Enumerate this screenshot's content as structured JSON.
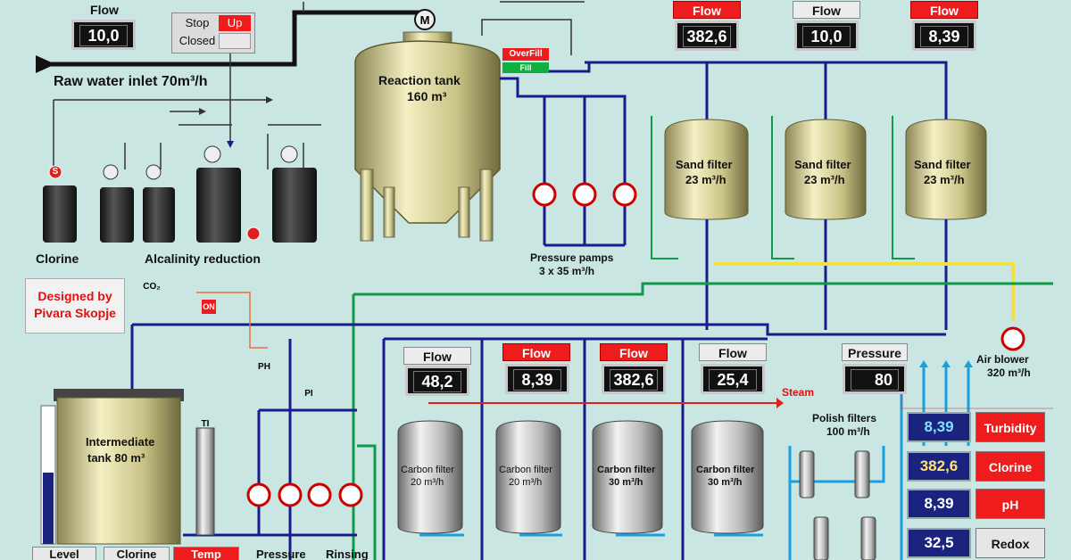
{
  "top_left": {
    "flow_title": "Flow",
    "flow_value": "10,0",
    "stop_label": "Stop",
    "up_label": "Up",
    "closed_label": "Closed",
    "inlet_label": "Raw water inlet 70m³/h",
    "motor_symbol": "M"
  },
  "reaction_tank": {
    "label": "Reaction tank",
    "capacity": "160 m³",
    "overfill_label": "OverFill",
    "fill_label": "Fill"
  },
  "dosing": {
    "clorine_label": "Clorine",
    "alcalinity_label": "Alcalinity reduction"
  },
  "pressure_pumps": {
    "label": "Pressure pamps",
    "spec": "3 x 35 m³/h"
  },
  "sand_flows": [
    {
      "title": "Flow",
      "value": "382,6",
      "alarm": true
    },
    {
      "title": "Flow",
      "value": "10,0",
      "alarm": false
    },
    {
      "title": "Flow",
      "value": "8,39",
      "alarm": true
    }
  ],
  "sand_filters": [
    {
      "label": "Sand filter",
      "spec": "23 m³/h"
    },
    {
      "label": "Sand filter",
      "spec": "23 m³/h"
    },
    {
      "label": "Sand filter",
      "spec": "23 m³/h"
    }
  ],
  "credit": {
    "line1": "Designed by",
    "line2": "Pivara Skopje"
  },
  "co2": {
    "label": "CO₂",
    "on_label": "ON"
  },
  "air_blower": {
    "label": "Air blower",
    "spec": "320 m³/h"
  },
  "carbon_flows": [
    {
      "title": "Flow",
      "value": "48,2",
      "alarm": false
    },
    {
      "title": "Flow",
      "value": "8,39",
      "alarm": true
    },
    {
      "title": "Flow",
      "value": "382,6",
      "alarm": true
    },
    {
      "title": "Flow",
      "value": "25,4",
      "alarm": false
    }
  ],
  "carbon_filters": [
    {
      "label": "Carbon filter",
      "spec": "20 m³/h"
    },
    {
      "label": "Carbon filter",
      "spec": "20 m³/h"
    },
    {
      "label": "Carbon filter",
      "spec": "30 m³/h"
    },
    {
      "label": "Carbon filter",
      "spec": "30 m³/h"
    }
  ],
  "pressure": {
    "title": "Pressure",
    "value": "80"
  },
  "steam_label": "Steam",
  "intermediate_tank": {
    "label": "Intermediate",
    "label2": "tank  80 m³"
  },
  "polish_filters": {
    "label": "Polish filters",
    "spec": "100 m³/h"
  },
  "quality_panel": [
    {
      "value": "8,39",
      "label": "Turbidity",
      "value_color": "cy",
      "alarm": true
    },
    {
      "value": "382,6",
      "label": "Clorine",
      "value_color": "yl",
      "alarm": true
    },
    {
      "value": "8,39",
      "label": "pH",
      "value_color": "wh",
      "alarm": true
    },
    {
      "value": "32,5",
      "label": "Redox",
      "value_color": "wh",
      "alarm": false
    }
  ],
  "bottom_tabs": [
    {
      "label": "Level",
      "alarm": false
    },
    {
      "label": "Clorine",
      "alarm": false
    },
    {
      "label": "Temp",
      "alarm": true
    }
  ],
  "bottom_labels": {
    "pressure": "Pressure",
    "rinsing": "Rinsing"
  },
  "indicators": {
    "pi": "PI",
    "ph": "PH",
    "ti": "TI",
    "s": "S"
  },
  "colors": {
    "background": "#c9e6e2",
    "pipe_blue": "#1a1a8c",
    "pipe_green": "#0f9a4a",
    "pipe_yellow": "#f0e040",
    "pipe_cyan": "#1aa0e0",
    "alarm_red": "#ee1c1c",
    "tank_gold": "#d6d29a"
  }
}
